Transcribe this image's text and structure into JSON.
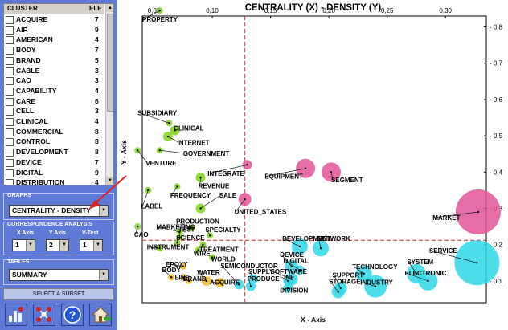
{
  "sidebar": {
    "cluster_header": "CLUSTER",
    "ele_header": "ELE",
    "clusters": [
      {
        "name": "ACQUIRE",
        "count": "7"
      },
      {
        "name": "AIR",
        "count": "9"
      },
      {
        "name": "AMERICAN",
        "count": "4"
      },
      {
        "name": "BODY",
        "count": "7"
      },
      {
        "name": "BRAND",
        "count": "5"
      },
      {
        "name": "CABLE",
        "count": "3"
      },
      {
        "name": "CAO",
        "count": "3"
      },
      {
        "name": "CAPABILITY",
        "count": "4"
      },
      {
        "name": "CARE",
        "count": "6"
      },
      {
        "name": "CELL",
        "count": "3"
      },
      {
        "name": "CLINICAL",
        "count": "4"
      },
      {
        "name": "COMMERCIAL",
        "count": "8"
      },
      {
        "name": "CONTROL",
        "count": "8"
      },
      {
        "name": "DEVELOPMENT",
        "count": "8"
      },
      {
        "name": "DEVICE",
        "count": "7"
      },
      {
        "name": "DIGITAL",
        "count": "9"
      },
      {
        "name": "DISTRIBUTION",
        "count": "4"
      }
    ],
    "graphs_title": "GRAPHS",
    "graphs_value": "CENTRALITY - DENSITY",
    "corr_title": "CORRESPONDENCE ANALYSIS",
    "x_axis_label": "X Axis",
    "y_axis_label": "Y Axis",
    "vtest_label": "V-Test",
    "x_axis_value": "1",
    "y_axis_value": "2",
    "vtest_value": "1",
    "tables_title": "TABLES",
    "tables_value": "SUMMARY",
    "subset_button": "SELECT A SUBSET"
  },
  "toolbar_icons": [
    "chart-icon",
    "network-icon",
    "help-icon",
    "home-icon"
  ],
  "chart_data": {
    "type": "scatter",
    "title": "CENTRALITY (X) - DENSITY (Y)",
    "xlabel": "X - Axis",
    "ylabel": "Y - Axis",
    "x_ticks": [
      "0,05",
      "0,10",
      "0,15",
      "0,20",
      "0,25",
      "0,30"
    ],
    "y_ticks": [
      "0,8",
      "0,7",
      "0,6",
      "0,5",
      "0,4",
      "0,3",
      "0,2",
      "0,1"
    ],
    "xlim": [
      0.04,
      0.335
    ],
    "ylim": [
      0.04,
      0.83
    ],
    "x_divider": 0.128,
    "y_divider": 0.212,
    "points": [
      {
        "label": "PROPERTY",
        "x": 0.055,
        "y": 0.845,
        "size": 2,
        "color": "#7fd21a",
        "lx": 0.04,
        "ly": 0.815
      },
      {
        "label": "SUBSIDIARY",
        "x": 0.063,
        "y": 0.535,
        "size": 2,
        "color": "#7fd21a",
        "lx": 0.036,
        "ly": 0.557
      },
      {
        "label": "CLINICAL",
        "x": 0.068,
        "y": 0.515,
        "size": 3,
        "color": "#7fd21a",
        "lx": 0.067,
        "ly": 0.515
      },
      {
        "label": "INTERNET",
        "x": 0.062,
        "y": 0.498,
        "size": 3,
        "color": "#7fd21a",
        "lx": 0.07,
        "ly": 0.475
      },
      {
        "label": "GOVERNMENT",
        "x": 0.055,
        "y": 0.46,
        "size": 2,
        "color": "#7fd21a",
        "lx": 0.075,
        "ly": 0.445
      },
      {
        "label": "VENTURE",
        "x": 0.036,
        "y": 0.46,
        "size": 2,
        "color": "#7fd21a",
        "lx": 0.043,
        "ly": 0.418
      },
      {
        "label": "INTEGRATE",
        "x": 0.13,
        "y": 0.42,
        "size": 3,
        "color": "#e0559a",
        "lx": 0.096,
        "ly": 0.39
      },
      {
        "label": "EQUIPMENT",
        "x": 0.18,
        "y": 0.41,
        "size": 6,
        "color": "#e0559a",
        "lx": 0.145,
        "ly": 0.382
      },
      {
        "label": "SEGMENT",
        "x": 0.202,
        "y": 0.4,
        "size": 6,
        "color": "#e0559a",
        "lx": 0.202,
        "ly": 0.372
      },
      {
        "label": "REVENUE",
        "x": 0.09,
        "y": 0.385,
        "size": 3,
        "color": "#7fd21a",
        "lx": 0.088,
        "ly": 0.355
      },
      {
        "label": "FREQUENCY",
        "x": 0.07,
        "y": 0.36,
        "size": 2,
        "color": "#7fd21a",
        "lx": 0.064,
        "ly": 0.33
      },
      {
        "label": "SALE",
        "x": 0.09,
        "y": 0.3,
        "size": 3,
        "color": "#7fd21a",
        "lx": 0.106,
        "ly": 0.33
      },
      {
        "label": "UNITED_STATES",
        "x": 0.128,
        "y": 0.325,
        "size": 4,
        "color": "#e0559a",
        "lx": 0.119,
        "ly": 0.285
      },
      {
        "label": "LABEL",
        "x": 0.045,
        "y": 0.35,
        "size": 2,
        "color": "#7fd21a",
        "lx": 0.039,
        "ly": 0.3
      },
      {
        "label": "MARKET",
        "x": 0.328,
        "y": 0.29,
        "size": 14,
        "color": "#e0559a",
        "lx": 0.289,
        "ly": 0.268
      },
      {
        "label": "DEVELOPMENT",
        "x": 0.175,
        "y": 0.195,
        "size": 5,
        "color": "#2ed8e6",
        "lx": 0.16,
        "ly": 0.21
      },
      {
        "label": "NETWORK",
        "x": 0.193,
        "y": 0.19,
        "size": 5,
        "color": "#2ed8e6",
        "lx": 0.19,
        "ly": 0.21
      },
      {
        "label": "SERVICE",
        "x": 0.327,
        "y": 0.15,
        "size": 14,
        "color": "#2ed8e6",
        "lx": 0.286,
        "ly": 0.177
      },
      {
        "label": "SYSTEM",
        "x": 0.275,
        "y": 0.12,
        "size": 6,
        "color": "#2ed8e6",
        "lx": 0.267,
        "ly": 0.146
      },
      {
        "label": "ELECTRONIC",
        "x": 0.285,
        "y": 0.1,
        "size": 6,
        "color": "#2ed8e6",
        "lx": 0.265,
        "ly": 0.115
      },
      {
        "label": "TECHNOLOGY",
        "x": 0.23,
        "y": 0.12,
        "size": 5,
        "color": "#2ed8e6",
        "lx": 0.22,
        "ly": 0.133
      },
      {
        "label": "INDUSTRY",
        "x": 0.24,
        "y": 0.085,
        "size": 7,
        "color": "#2ed8e6",
        "lx": 0.227,
        "ly": 0.09
      },
      {
        "label": "SUPPORT",
        "x": 0.21,
        "y": 0.08,
        "size": 4,
        "color": "#2ed8e6",
        "lx": 0.203,
        "ly": 0.11
      },
      {
        "label": "STORAGE",
        "x": 0.208,
        "y": 0.07,
        "size": 4,
        "color": "#2ed8e6",
        "lx": 0.2,
        "ly": 0.092
      },
      {
        "label": "DIGITAL",
        "x": 0.175,
        "y": 0.13,
        "size": 3,
        "color": "#2ed8e6",
        "lx": 0.161,
        "ly": 0.15
      },
      {
        "label": "DEVICE",
        "x": 0.168,
        "y": 0.14,
        "size": 4,
        "color": "#2ed8e6",
        "lx": 0.158,
        "ly": 0.166
      },
      {
        "label": "SOFTWARE",
        "x": 0.168,
        "y": 0.105,
        "size": 4,
        "color": "#2ed8e6",
        "lx": 0.15,
        "ly": 0.12
      },
      {
        "label": "LINE",
        "x": 0.165,
        "y": 0.1,
        "size": 3,
        "color": "#2ed8e6",
        "lx": 0.158,
        "ly": 0.104
      },
      {
        "label": "DIVISION",
        "x": 0.165,
        "y": 0.08,
        "size": 3,
        "color": "#2ed8e6",
        "lx": 0.158,
        "ly": 0.068
      },
      {
        "label": "SUPPLY",
        "x": 0.135,
        "y": 0.105,
        "size": 3,
        "color": "#2ed8e6",
        "lx": 0.131,
        "ly": 0.12
      },
      {
        "label": "PRODUCE",
        "x": 0.133,
        "y": 0.085,
        "size": 3,
        "color": "#2ed8e6",
        "lx": 0.13,
        "ly": 0.1
      },
      {
        "label": "SEMICONDUCTOR",
        "x": 0.123,
        "y": 0.09,
        "size": 3,
        "color": "#2ed8e6",
        "lx": 0.107,
        "ly": 0.135
      },
      {
        "label": "PRODUCTION",
        "x": 0.082,
        "y": 0.245,
        "size": 2,
        "color": "#7fd21a",
        "lx": 0.069,
        "ly": 0.258
      },
      {
        "label": "SPECIALTY",
        "x": 0.098,
        "y": 0.225,
        "size": 2,
        "color": "#7fd21a",
        "lx": 0.094,
        "ly": 0.235
      },
      {
        "label": "MARKETING",
        "x": 0.072,
        "y": 0.235,
        "size": 2,
        "color": "#7fd21a",
        "lx": 0.052,
        "ly": 0.242
      },
      {
        "label": "TEST",
        "x": 0.072,
        "y": 0.22,
        "size": 2,
        "color": "#7fd21a",
        "lx": 0.071,
        "ly": 0.236
      },
      {
        "label": "CAO",
        "x": 0.036,
        "y": 0.25,
        "size": 2,
        "color": "#7fd21a",
        "lx": 0.033,
        "ly": 0.222
      },
      {
        "label": "SCIENCE",
        "x": 0.07,
        "y": 0.205,
        "size": 2,
        "color": "#7fd21a",
        "lx": 0.069,
        "ly": 0.213
      },
      {
        "label": "TREATMENT",
        "x": 0.092,
        "y": 0.2,
        "size": 2,
        "color": "#7fd21a",
        "lx": 0.089,
        "ly": 0.18
      },
      {
        "label": "INSTRUMENT",
        "x": 0.055,
        "y": 0.19,
        "size": 2,
        "color": "#7fd21a",
        "lx": 0.044,
        "ly": 0.187
      },
      {
        "label": "WIRE",
        "x": 0.088,
        "y": 0.185,
        "size": 2,
        "color": "#7fd21a",
        "lx": 0.084,
        "ly": 0.17
      },
      {
        "label": "WORLD",
        "x": 0.1,
        "y": 0.165,
        "size": 2,
        "color": "#7fd21a",
        "lx": 0.099,
        "ly": 0.154
      },
      {
        "label": "EPOXY",
        "x": 0.075,
        "y": 0.14,
        "size": 2,
        "color": "#f0b81a",
        "lx": 0.06,
        "ly": 0.14
      },
      {
        "label": "WATER",
        "x": 0.095,
        "y": 0.1,
        "size": 3,
        "color": "#f0b81a",
        "lx": 0.087,
        "ly": 0.117
      },
      {
        "label": "BODY",
        "x": 0.065,
        "y": 0.11,
        "size": 2,
        "color": "#f0b81a",
        "lx": 0.057,
        "ly": 0.124
      },
      {
        "label": "BRAND",
        "x": 0.076,
        "y": 0.11,
        "size": 2,
        "color": "#f0b81a",
        "lx": 0.075,
        "ly": 0.1
      },
      {
        "label": "LINE",
        "x": 0.08,
        "y": 0.1,
        "size": 2,
        "color": "#f0b81a",
        "lx": 0.068,
        "ly": 0.103
      },
      {
        "label": "ACQUIRE",
        "x": 0.107,
        "y": 0.095,
        "size": 3,
        "color": "#f0b81a",
        "lx": 0.098,
        "ly": 0.09
      }
    ]
  }
}
